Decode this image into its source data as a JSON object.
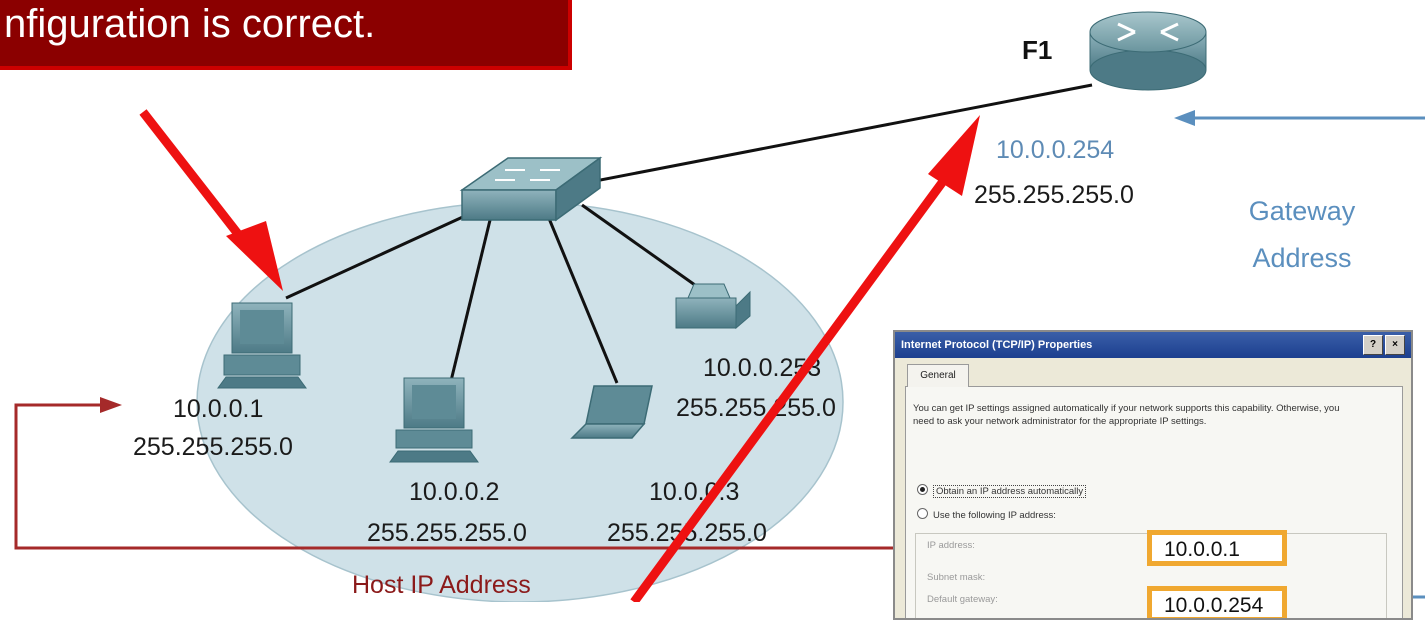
{
  "banner": {
    "text": "nfiguration is correct."
  },
  "router": {
    "label": "F1",
    "ip": "10.0.0.254",
    "mask": "255.255.255.0"
  },
  "gateway": {
    "line1": "Gateway",
    "line2": "Address"
  },
  "hosts": [
    {
      "ip": "10.0.0.1",
      "mask": "255.255.255.0"
    },
    {
      "ip": "10.0.0.2",
      "mask": "255.255.255.0"
    },
    {
      "ip": "10.0.0.3",
      "mask": "255.255.255.0"
    },
    {
      "ip": "10.0.0.253",
      "mask": "255.255.255.0"
    }
  ],
  "host_ip_label": "Host IP Address",
  "dialog": {
    "title": "Internet Protocol (TCP/IP) Properties",
    "help_btn": "?",
    "close_btn": "×",
    "tab": "General",
    "description": "You can get IP settings assigned automatically if your network supports this capability. Otherwise, you need to ask your network administrator for the appropriate IP settings.",
    "radio_auto": "Obtain an IP address automatically",
    "radio_manual": "Use the following IP address:",
    "field_ip": "IP address:",
    "field_mask": "Subnet mask:",
    "field_gateway": "Default gateway:",
    "ip_value": "10.0.0.1",
    "gateway_value": "10.0.0.254"
  },
  "colors": {
    "banner_bg": "#8b0000",
    "red_arrow": "#ee1111",
    "dark_red_line": "#a52a2a",
    "blue_line": "#5b8fbe",
    "ellipse": "#cfe1e8",
    "highlight": "#f0a830"
  }
}
